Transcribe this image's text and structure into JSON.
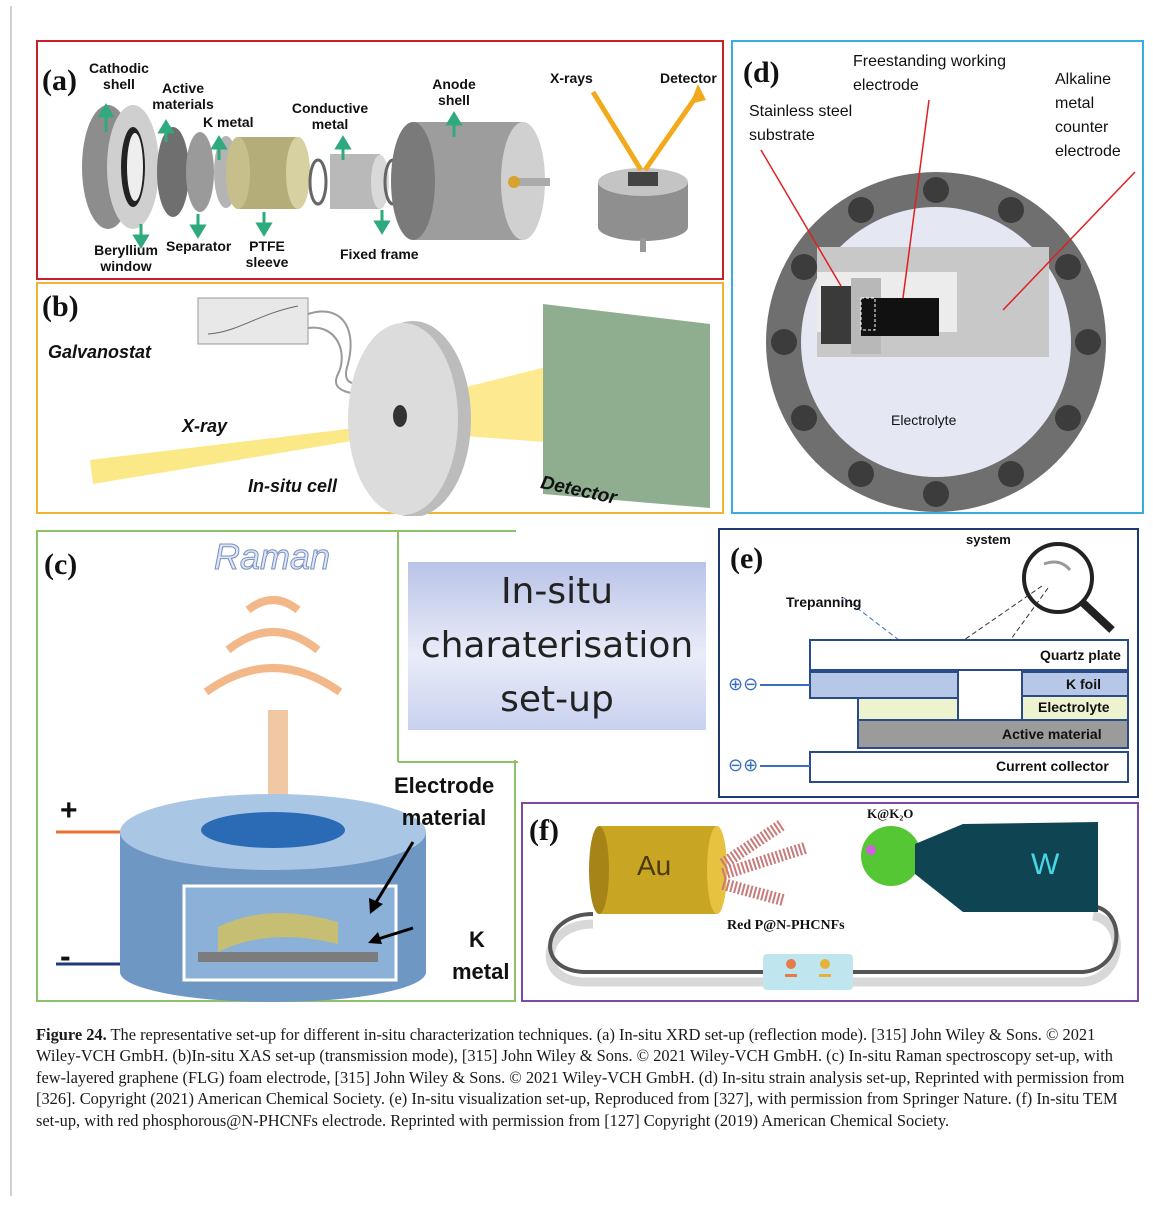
{
  "panel_a": {
    "label": "(a)",
    "parts": [
      "Cathodic shell",
      "Active materials",
      "K metal",
      "Conductive metal",
      "Anode shell",
      "Beryllium window",
      "Separator",
      "PTFE sleeve",
      "Fixed frame"
    ],
    "xrays": "X-rays",
    "detector": "Detector"
  },
  "panel_b": {
    "label": "(b)",
    "galvanostat": "Galvanostat",
    "xray": "X-ray",
    "cell": "In-situ cell",
    "detector": "Detector"
  },
  "panel_c": {
    "label": "(c)",
    "raman": "Raman",
    "electrode_material": "Electrode material",
    "k_metal": "K metal",
    "plus": "+",
    "minus": "-"
  },
  "center": {
    "text_l1": "In-situ",
    "text_l2": "charaterisation",
    "text_l3": "set-up"
  },
  "panel_d": {
    "label": "(d)",
    "freestanding": "Freestanding working electrode",
    "stainless": "Stainless steel substrate",
    "alkaline": "Alkaline metal counter electrode",
    "electrolyte": "Electrolyte"
  },
  "panel_e": {
    "label": "(e)",
    "system": "system",
    "trepanning": "Trepanning",
    "quartz": "Quartz plate",
    "kfoil": "K foil",
    "electrolyte": "Electrolyte",
    "active": "Active material",
    "collector": "Current collector",
    "sign_top": "⊕⊖",
    "sign_bottom": "⊖⊕"
  },
  "panel_f": {
    "label": "(f)",
    "au": "Au",
    "w": "W",
    "k2o": "K@K₂O",
    "red": "Red P@N-PHCNFs"
  },
  "caption": {
    "fig": "Figure 24.",
    "text": " The representative set-up for different in-situ characterization techniques. (a) In-situ XRD set-up (reflection mode). [315] John Wiley & Sons. © 2021 Wiley-VCH GmbH. (b)In-situ XAS set-up (transmission mode), [315] John Wiley & Sons. © 2021 Wiley-VCH GmbH. (c) In-situ Raman spectroscopy set-up, with few-layered graphene (FLG) foam electrode, [315] John Wiley & Sons. © 2021 Wiley-VCH GmbH. (d) In-situ strain analysis set-up, Reprinted with permission from [326]. Copyright (2021) American Chemical Society. (e) In-situ visualization set-up, Reproduced from [327], with permission from Springer Nature. (f) In-situ TEM set-up, with red phosphorous@N-PHCNFs electrode. Reprinted with permission from [127] Copyright (2019) American Chemical Society."
  },
  "colors": {
    "panel_a_border": "#c8202a",
    "panel_b_border": "#f2b233",
    "panel_c_border": "#8cc36a",
    "panel_d_border": "#38aee0",
    "panel_e_border": "#1f3a6e",
    "panel_f_border": "#7b4aa6",
    "arrow_green": "#2faa7d"
  }
}
